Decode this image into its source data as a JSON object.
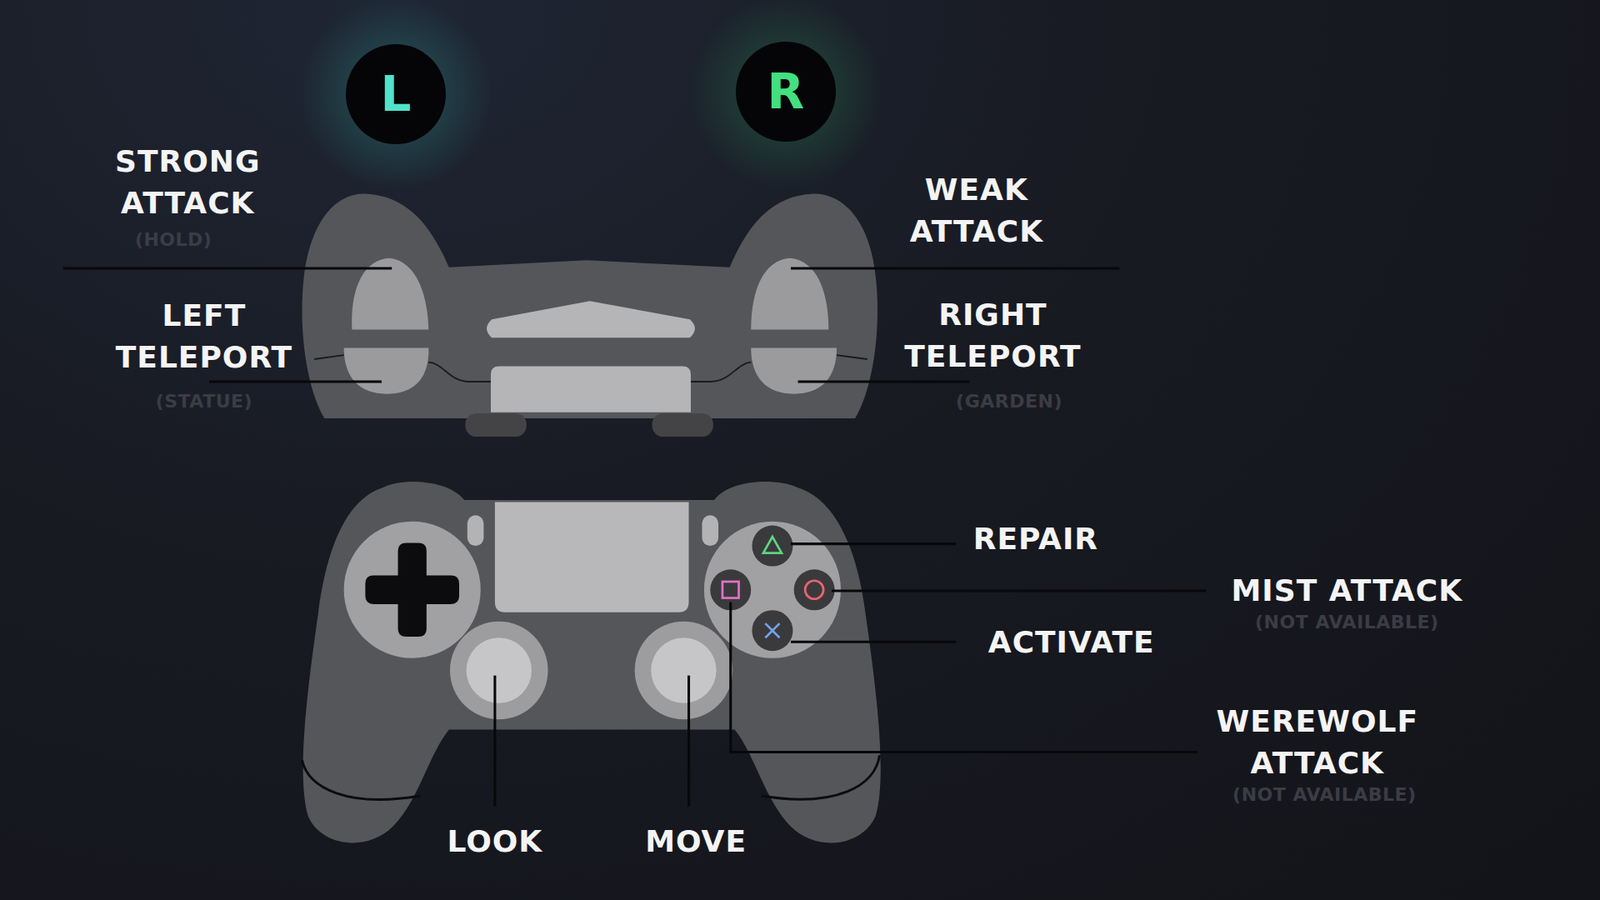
{
  "diagram": {
    "nodes": [
      {
        "text": [
          "L"
        ]
      },
      {
        "text": [
          "R"
        ]
      }
    ],
    "labels": [
      "STRONG ATTACK",
      "(HOLD)",
      "WEAK ATTACK",
      "LEFT TELEPORT",
      "RIGHT TELEPORT",
      "(STATUE)",
      "(GARDEN)",
      "REPAIR",
      "MIST ATTACK",
      "(NOT AVAILABLE)",
      "ACTIVATE",
      "WEREWOLF ATTACK",
      "(NOT AVAILABLE)",
      "LOOK",
      "MOVE"
    ]
  }
}
